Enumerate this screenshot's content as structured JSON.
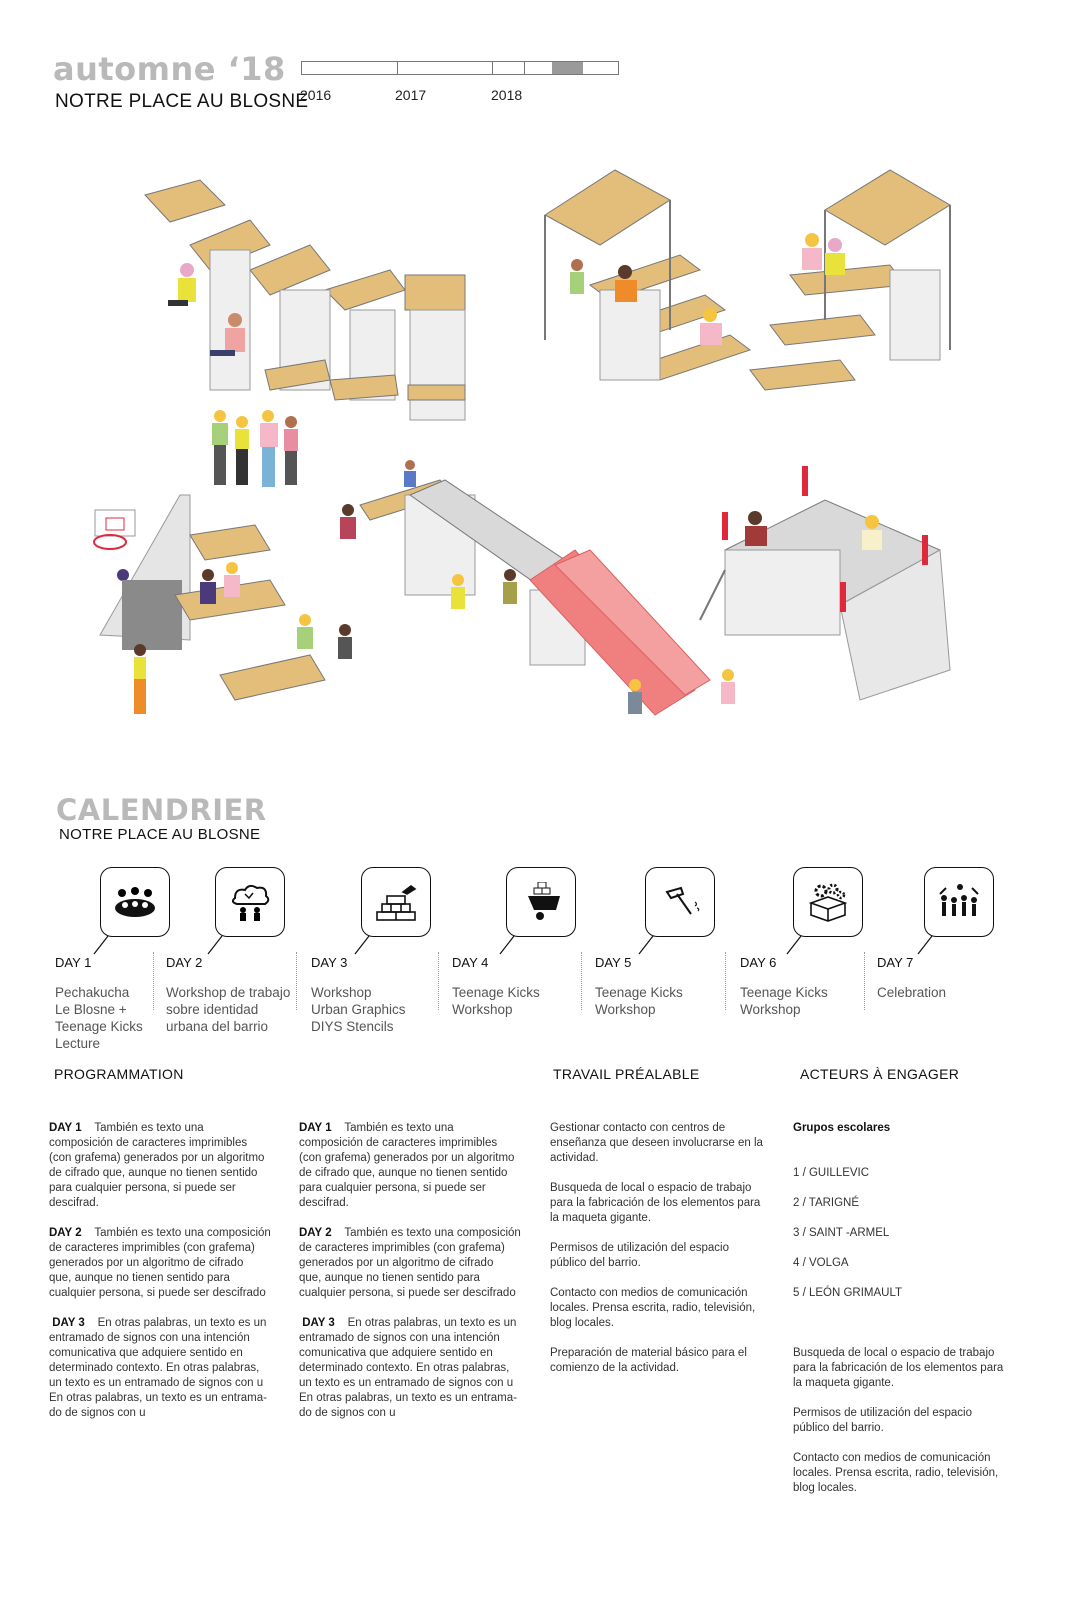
{
  "header": {
    "title": "automne ‘18",
    "subtitle": "NOTRE PLACE AU BLOSNE",
    "timeline": {
      "years": [
        "2016",
        "2017",
        "2018"
      ],
      "highlight_fraction_start": 0.79,
      "highlight_fraction_end": 0.89
    }
  },
  "calendar": {
    "title": "CALENDRIER",
    "subtitle": "NOTRE PLACE AU BLOSNE",
    "days": [
      {
        "label": "DAY 1",
        "desc": "Pechakucha\nLe Blosne +\nTeenage Kicks\nLecture",
        "icon": "audience-icon"
      },
      {
        "label": "DAY 2",
        "desc": "Workshop de trabajo\nsobre identidad\nurbana del barrio",
        "icon": "brainstorm-icon"
      },
      {
        "label": "DAY 3",
        "desc": "Workshop\nUrban Graphics\nDIYS  Stencils",
        "icon": "bricks-trowel-icon"
      },
      {
        "label": "DAY 4",
        "desc": "Teenage Kicks\n Workshop",
        "icon": "wheelbarrow-icon"
      },
      {
        "label": "DAY 5",
        "desc": "Teenage Kicks\nWorkshop",
        "icon": "hammer-icon"
      },
      {
        "label": "DAY 6",
        "desc": "Teenage Kicks\nWorkshop",
        "icon": "gears-box-icon"
      },
      {
        "label": "DAY 7",
        "desc": "Celebration",
        "icon": "celebration-icon"
      }
    ]
  },
  "programmation": {
    "heading": "PROGRAMMATION",
    "columns": [
      [
        {
          "day": "DAY 1",
          "text": "También es texto una\ncomposición de caracteres imprimibles\n(con grafema) generados por un algoritmo\nde cifrado que, aunque no tienen sentido\npara cualquier persona, si puede ser\ndescifrad."
        },
        {
          "day": "DAY 2",
          "text": "También es texto una composición\nde caracteres imprimibles (con grafema)\ngenerados por un algoritmo de cifrado\nque, aunque no tienen sentido para\ncualquier persona, si puede ser descifrado"
        },
        {
          "day": "DAY 3",
          "text": "En otras palabras, un texto es un\nentramado de signos con una intención\ncomunicativa que adquiere sentido en\ndeterminado contexto.  En otras palabras,\nun texto es un entramado de signos con u\nEn otras palabras, un texto es un entrama-\ndo de signos con u"
        }
      ],
      [
        {
          "day": "DAY 1",
          "text": "También es texto una\ncomposición de caracteres imprimibles\n(con grafema) generados por un algoritmo\nde cifrado que, aunque no tienen sentido\npara cualquier persona, si puede ser\ndescifrad."
        },
        {
          "day": "DAY 2",
          "text": "También es texto una composición\nde caracteres imprimibles (con grafema)\ngenerados por un algoritmo de cifrado\nque, aunque no tienen sentido para\ncualquier persona, si puede ser descifrado"
        },
        {
          "day": "DAY 3",
          "text": "En otras palabras, un texto es un\nentramado de signos con una intención\ncomunicativa que adquiere sentido en\ndeterminado contexto.  En otras palabras,\nun texto es un entramado de signos con u\nEn otras palabras, un texto es un entrama-\ndo de signos con u"
        }
      ]
    ]
  },
  "travail": {
    "heading": "TRAVAIL PRÉALABLE",
    "paragraphs": [
      "Gestionar contacto con centros de\nenseñanza que deseen involucrarse en la\nactividad.",
      "Busqueda de local o espacio de trabajo\npara la fabricación de los elementos para\nla maqueta gigante.",
      "Permisos de utilización del espacio\npúblico del barrio.",
      "Contacto con medios de comunicación\nlocales. Prensa escrita, radio, televisión,\nblog locales.",
      "Preparación de material básico para el\ncomienzo de la actividad."
    ]
  },
  "acteurs": {
    "heading": "ACTEURS À ENGAGER",
    "group_title": "Grupos escolares",
    "schools": [
      "1 / GUILLEVIC",
      "2 / TARIGNÉ",
      "3 / SAINT -ARMEL",
      "4 / VOLGA",
      "5 / LEÓN GRIMAULT"
    ],
    "paragraphs": [
      "Busqueda de local o espacio de trabajo\npara la fabricación de los elementos para\nla maqueta gigante.",
      "Permisos de utilización del espacio\npúblico del barrio.",
      "Contacto con medios de comunicación\nlocales. Prensa escrita, radio, televisión,\nblog locales."
    ]
  },
  "colors": {
    "wood": "#e3bd7a",
    "slide": "#f08080",
    "accent_red": "#e0283c",
    "grey_title": "#b9b9b9"
  }
}
